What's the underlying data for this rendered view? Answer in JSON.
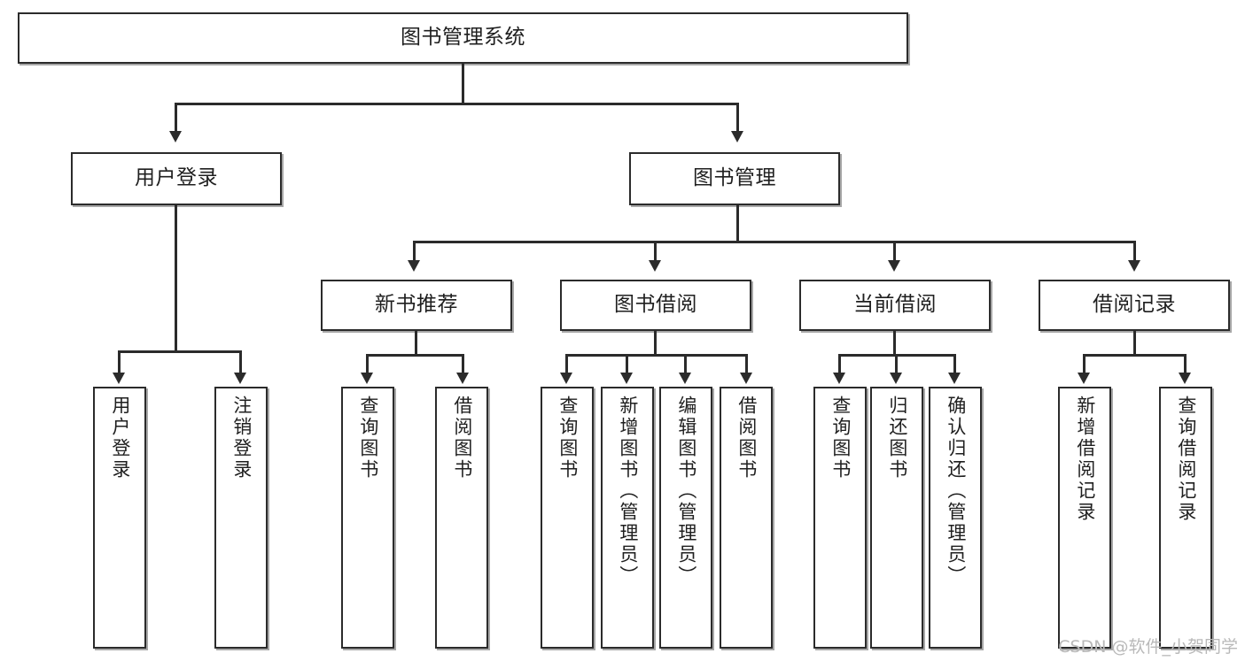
{
  "diagram": {
    "title": "图书管理系统",
    "type": "tree-hierarchy-diagram",
    "root": {
      "label": "图书管理系统"
    },
    "level2": [
      {
        "label": "用户登录"
      },
      {
        "label": "图书管理"
      }
    ],
    "level3": [
      {
        "label": "新书推荐"
      },
      {
        "label": "图书借阅"
      },
      {
        "label": "当前借阅"
      },
      {
        "label": "借阅记录"
      }
    ],
    "leaves": {
      "user_login": [
        {
          "label": "用户登录"
        },
        {
          "label": "注销登录"
        }
      ],
      "new_book_recommend": [
        {
          "label": "查询图书"
        },
        {
          "label": "借阅图书"
        }
      ],
      "book_borrow": [
        {
          "label": "查询图书"
        },
        {
          "label": "新增图书（管理员）"
        },
        {
          "label": "编辑图书（管理员）"
        },
        {
          "label": "借阅图书"
        }
      ],
      "current_borrow": [
        {
          "label": "查询图书"
        },
        {
          "label": "归还图书"
        },
        {
          "label": "确认归还（管理员）"
        }
      ],
      "borrow_record": [
        {
          "label": "新增借阅记录"
        },
        {
          "label": "查询借阅记录"
        }
      ]
    }
  },
  "watermark": {
    "text": "CSDN @软件_小贺同学"
  },
  "colors": {
    "border": "#2b2b2b",
    "background": "#ffffff",
    "text": "#1f1f1f",
    "watermark": "#b9b9b9"
  }
}
